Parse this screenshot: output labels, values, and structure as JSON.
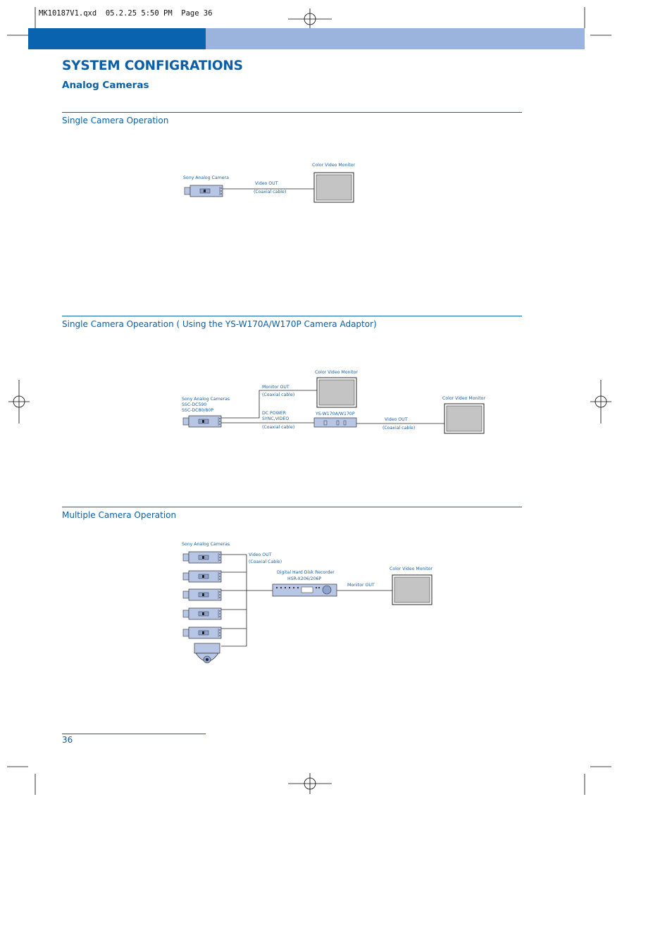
{
  "header": {
    "slug": "MK10187V1.qxd  05.2.25 5:50 PM  Page 36",
    "title": "SYSTEM CONFIGRATIONS",
    "subtitle": "Analog Cameras"
  },
  "sections": [
    {
      "title": "Single Camera Operation",
      "labels": {
        "camera": "Sony Analog Camera",
        "video_out": "Video OUT",
        "cable": "(Coaxial cable)",
        "monitor": "Color Video Monitor"
      }
    },
    {
      "title": "Single Camera Opearation ( Using the YS-W170A/W170P Camera Adaptor)",
      "labels": {
        "cameras": "Sony Analog Cameras",
        "model1": "SSC-DC590",
        "model2": "SSC-DC80/80P",
        "monitor_out": "Monitor OUT",
        "cable1": "(Coaxial cable)",
        "dc_power": "DC POWER",
        "sync_video": "SYNC,VIDEO",
        "cable2": "(Coaxial cable)",
        "adaptor": "YS-W170A/W170P",
        "monitor_top": "Color Video Monitor",
        "monitor_right": "Color Video Monitor",
        "video_out": "Video OUT",
        "cable3": "(Coaxial cable)"
      }
    },
    {
      "title": "Multiple Camera Operation",
      "labels": {
        "cameras": "Sony Analog Cameras",
        "video_out": "Video OUT",
        "cable": "(Coaxial Cable)",
        "recorder": "Digital Hard Disk Recorder",
        "recorder_model": "HSR-X206/206P",
        "monitor_out": "Monitor OUT",
        "monitor": "Color Video Monitor"
      }
    }
  ],
  "footer": {
    "page_number": "36"
  }
}
